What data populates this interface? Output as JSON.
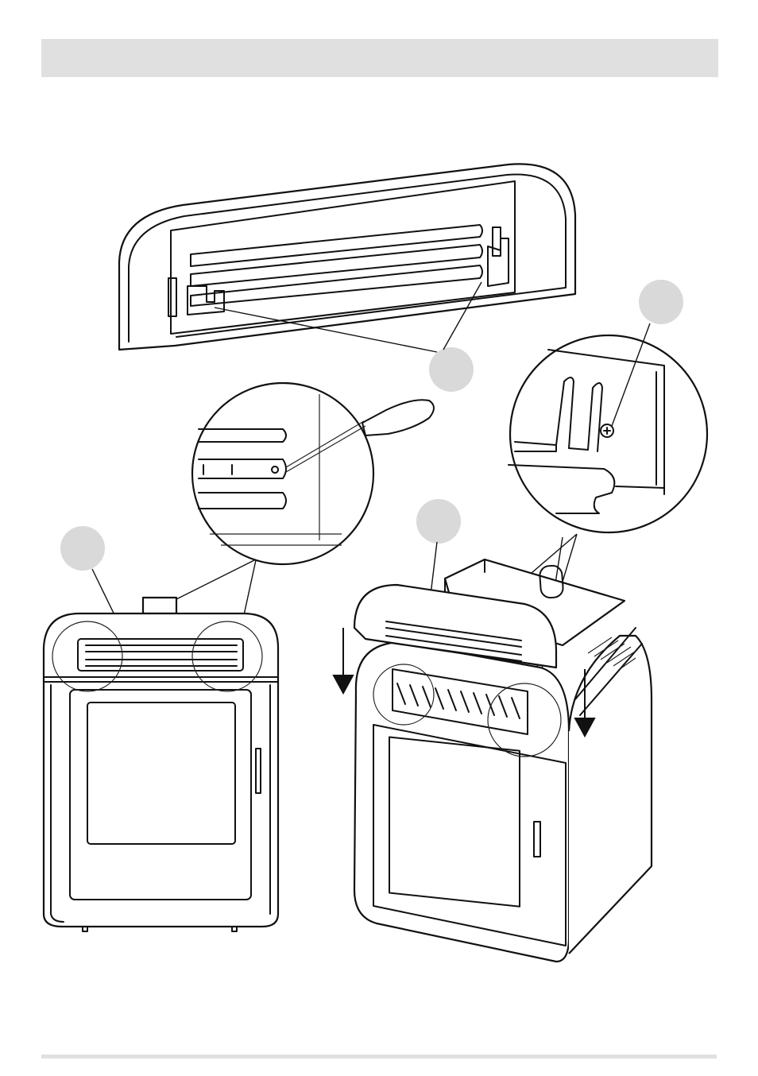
{
  "page": {
    "header_band_color": "#e0e0e0",
    "footer_rule_color": "#e0e0e0",
    "callout_fill": "#d9d9d9",
    "line_color": "#111111"
  },
  "illustration": {
    "views": [
      "top-panel-rear-view",
      "screwdriver-detail",
      "hook-screw-detail",
      "stove-front-view",
      "stove-perspective-view"
    ],
    "callout_markers": 4,
    "arrows": [
      "arrow-down-left",
      "arrow-down-right"
    ]
  }
}
